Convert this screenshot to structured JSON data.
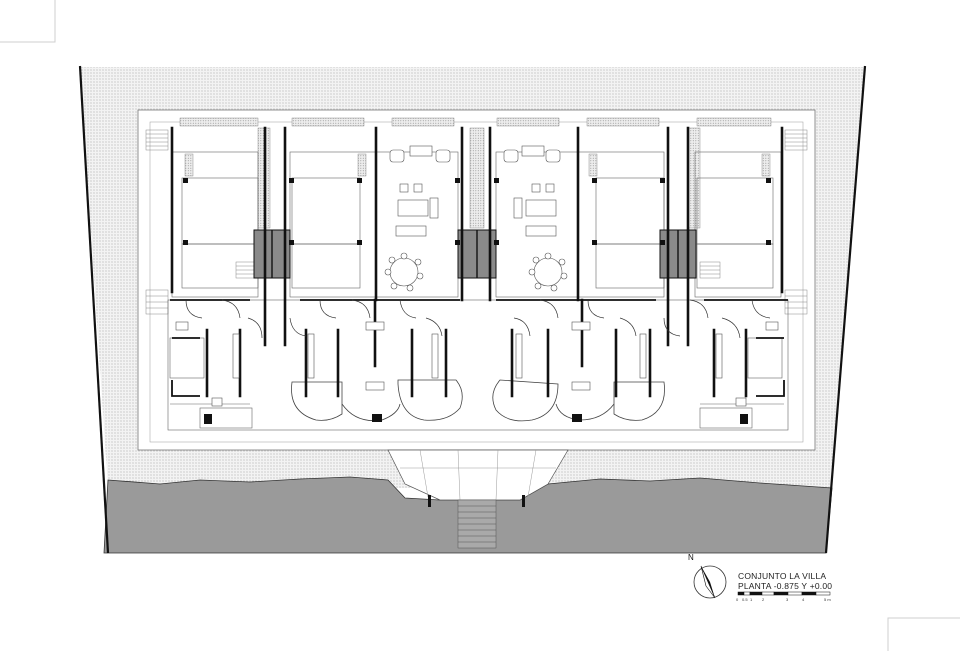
{
  "title": {
    "line1": "CONJUNTO LA VILLA",
    "line2": "PLANTA -0.875 Y +0.00"
  },
  "north_label": "N",
  "scale_labels": [
    "0",
    "0.5",
    "1",
    "2",
    "3",
    "4",
    "5 m"
  ],
  "colors": {
    "paper": "#ffffff",
    "terrain": "#999999",
    "hatch": "#e6e6e6",
    "wall": "#111111",
    "line": "#555555",
    "stair_core": "#8a8a8a"
  }
}
